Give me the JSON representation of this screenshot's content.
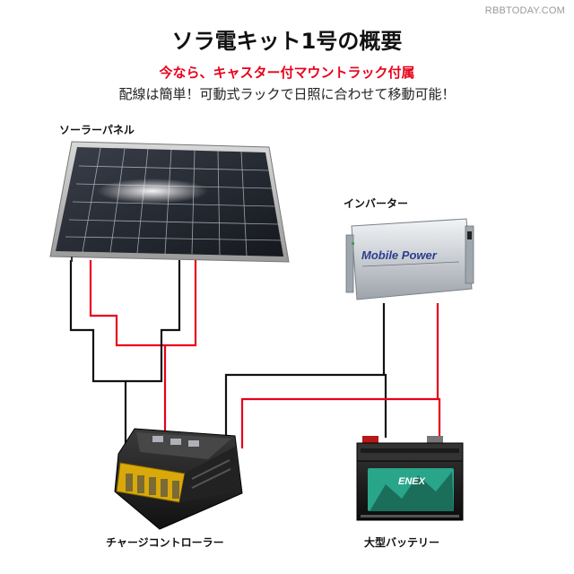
{
  "watermark": "RBBTODAY.COM",
  "title": "ソラ電キット1号の概要",
  "subtitle_red": "今なら、キャスター付マウントラック付属",
  "subtitle_black": "配線は簡単！可動式ラックで日照に合わせて移動可能！",
  "components": {
    "solar_panel": "ソーラーパネル",
    "inverter": "インバーター",
    "charge_controller": "チャージコントローラー",
    "battery": "大型バッテリー"
  },
  "inverter_brand": "Mobile Power",
  "battery_brand": "ENEX",
  "colors": {
    "positive_wire": "#e8001b",
    "negative_wire": "#111111",
    "title_accent": "#e8001b"
  }
}
